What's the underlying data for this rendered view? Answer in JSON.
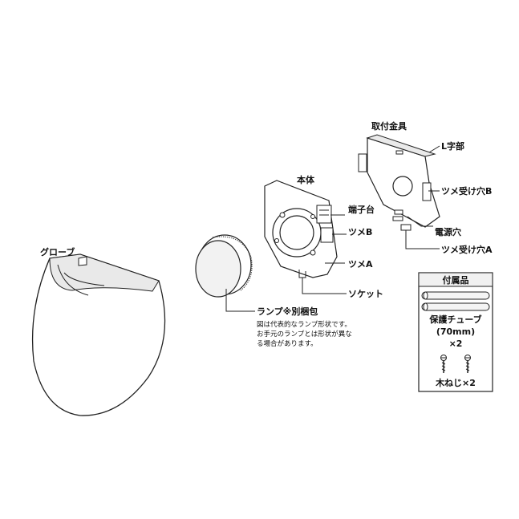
{
  "labels": {
    "globe": "グローブ",
    "mount_bracket": "取付金具",
    "l_part": "L字部",
    "body": "本体",
    "terminal_block": "端子台",
    "claw_b": "ツメB",
    "claw_a": "ツメA",
    "socket": "ソケット",
    "claw_hole_b": "ツメ受け穴B",
    "power_hole": "電源穴",
    "claw_hole_a": "ツメ受け穴A",
    "lamp": "ランプ※別梱包"
  },
  "lamp_note": [
    "図は代表的なランプ形状です。",
    "お手元のランプとは形状が異な",
    "る場合があります。"
  ],
  "accessories": {
    "title": "付属品",
    "tube_label_1": "保護チューブ",
    "tube_label_2": "(70mm)",
    "tube_qty": "×2",
    "screw_label": "木ねじ×2"
  }
}
